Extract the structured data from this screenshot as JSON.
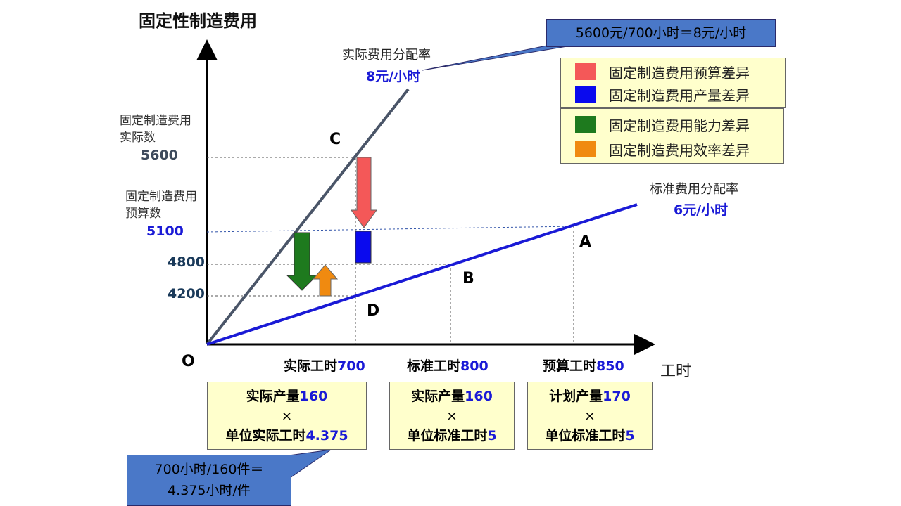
{
  "title": "固定性制造费用",
  "axis": {
    "x_label": "工时",
    "origin": "O"
  },
  "lines": {
    "actual": {
      "label": "实际费用分配率",
      "rate": "8元/小时",
      "color": "#4a5568"
    },
    "standard": {
      "label": "标准费用分配率",
      "rate": "6元/小时",
      "color": "#1a1ad6"
    }
  },
  "y_labels": {
    "actual_title": "固定制造费用\n实际数",
    "actual_value": "5600",
    "budget_title": "固定制造费用\n预算数",
    "budget_value": "5100",
    "v4800": "4800",
    "v4200": "4200"
  },
  "points": {
    "A": "A",
    "B": "B",
    "C": "C",
    "D": "D"
  },
  "x_labels": [
    {
      "text": "实际工时",
      "value": "700"
    },
    {
      "text": "标准工时",
      "value": "800"
    },
    {
      "text": "预算工时",
      "value": "850"
    }
  ],
  "boxes": [
    {
      "line1_text": "实际产量",
      "line1_value": "160",
      "times": "×",
      "line3_text": "单位实际工时",
      "line3_value": "4.375"
    },
    {
      "line1_text": "实际产量",
      "line1_value": "160",
      "times": "×",
      "line3_text": "单位标准工时",
      "line3_value": "5"
    },
    {
      "line1_text": "计划产量",
      "line1_value": "170",
      "times": "×",
      "line3_text": "单位标准工时",
      "line3_value": "5"
    }
  ],
  "callouts": {
    "top": "5600元/700小时＝8元/小时",
    "bottom_line1": "700小时/160件＝",
    "bottom_line2": "4.375小时/件"
  },
  "legend": [
    {
      "label": "固定制造费用预算差异",
      "color": "#f04040"
    },
    {
      "label": "固定制造费用产量差异",
      "color": "#0a0aee"
    },
    {
      "label": "固定制造费用能力差异",
      "color": "#1e7a1e"
    },
    {
      "label": "固定制造费用效率差异",
      "color": "#f08a10"
    }
  ]
}
